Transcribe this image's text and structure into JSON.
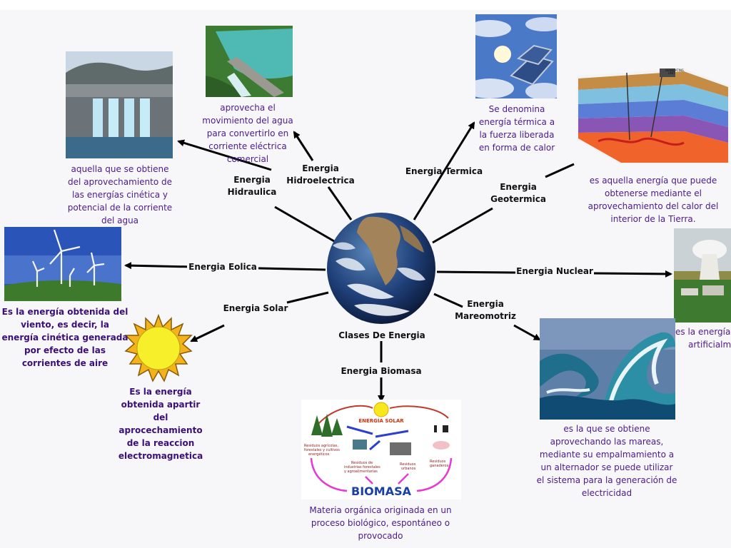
{
  "center": {
    "label": "Clases De Energia"
  },
  "branches": {
    "hidraulica": {
      "label": [
        "Energia",
        "Hidraulica"
      ],
      "description": [
        "aquella que se obtiene",
        "del aprovechamiento de",
        "las energías cinética y",
        "potencial de la corriente",
        "del agua"
      ]
    },
    "hidroelectrica": {
      "label": [
        "Energia",
        "Hidroelectrica"
      ],
      "description": [
        "aprovecha el",
        "movimiento del agua",
        "para convertirlo en",
        "corriente eléctrica",
        "comercial"
      ]
    },
    "termica": {
      "label": [
        "Energia Termica"
      ],
      "description": [
        "Se denomina",
        "energía térmica a",
        "la fuerza liberada",
        "en forma de calor"
      ]
    },
    "geotermica": {
      "label": [
        "Energia",
        "Geotermica"
      ],
      "description": [
        "es aquella energía que puede",
        "obtenerse mediante el",
        "aprovechamiento del calor del",
        "interior de la Tierra."
      ]
    },
    "eolica": {
      "label": [
        "Energia Eolica"
      ],
      "description": [
        "Es la energía obtenida del",
        "viento, es decir, la",
        "energía cinética generada",
        "por efecto de las",
        "corrientes de aire"
      ]
    },
    "nuclear": {
      "label": [
        "Energia Nuclear"
      ],
      "description": [
        "es la energía",
        "artificialm"
      ]
    },
    "solar": {
      "label": [
        "Energia Solar"
      ],
      "description": [
        "Es la energía",
        "obtenida apartir",
        "del",
        "aprocechamiento",
        "de la reaccion",
        "electromagnetica"
      ]
    },
    "mareomotriz": {
      "label": [
        "Energia",
        "Mareomotriz"
      ],
      "description": [
        "es la que se obtiene",
        "aprovechando las mareas,",
        "mediante su empalmamiento a",
        "un alternador se puede utilizar",
        "el sistema para la generación de",
        "electricidad"
      ]
    },
    "biomasa": {
      "label": [
        "Energia Biomasa"
      ],
      "description": [
        "Materia orgánica originada en un",
        "proceso biológico, espontáneo o",
        "provocado"
      ]
    }
  },
  "biomass_diagram": {
    "sun_label": "ENERGÍA SOLAR",
    "nodes": [
      "Residuos agrícolas,",
      "forestales y cultivos",
      "energéticos",
      "Residuos de",
      "industrias forestales",
      "y agroalimentarias",
      "Residuos",
      "urbanos",
      "Residuos",
      "ganaderos"
    ],
    "title": "BIOMASA"
  },
  "geothermal_diagram": {
    "tags": [
      "GENERATING",
      "UNIT"
    ]
  },
  "colors": {
    "description_text": "#4b1a8c",
    "label_text": "#111111",
    "arrows": "#000000",
    "biomass_title": "#1a3fa6"
  }
}
